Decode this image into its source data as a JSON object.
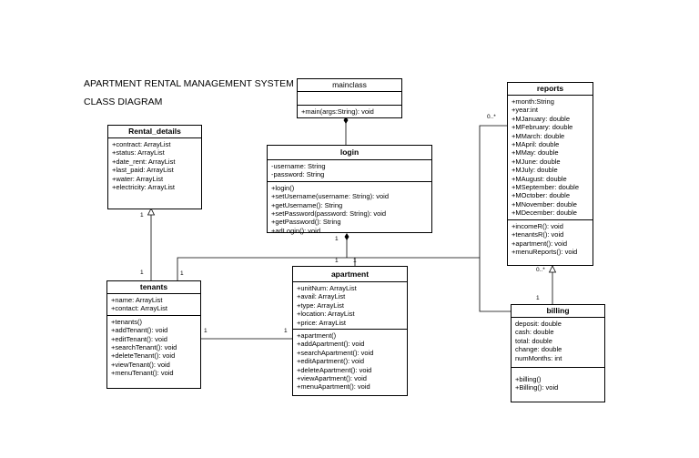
{
  "titles": {
    "line1": "APARTMENT RENTAL MANAGEMENT SYSTEM",
    "line2": "CLASS DIAGRAM"
  },
  "classes": {
    "mainclass": {
      "name": "mainclass",
      "attributes": [],
      "methods": [
        "+main(args:String): void"
      ]
    },
    "login": {
      "name": "login",
      "attributes": [
        "-username: String",
        "-password: String"
      ],
      "methods": [
        "+login()",
        "+setUsername(username: String): void",
        "+getUsername(): String",
        "+setPassword(password: String): void",
        "+getPassword(): String",
        "+adLogin(): void"
      ]
    },
    "rental": {
      "name": "Rental_details",
      "attributes": [
        "+contract: ArrayList",
        "+status: ArrayList",
        "+date_rent: ArrayList",
        "+last_paid: ArrayList",
        "+water: ArrayList",
        "+electricity: ArrayList"
      ]
    },
    "tenants": {
      "name": "tenants",
      "attributes": [
        "+name: ArrayList",
        "+contact: ArrayList"
      ],
      "methods": [
        "+tenants()",
        "+addTenant(): void",
        "+editTenant(): void",
        "+searchTenant(): void",
        "+deleteTenant(): void",
        "+viewTenant(): void",
        "+menuTenant(): void"
      ]
    },
    "apartment": {
      "name": "apartment",
      "attributes": [
        "+unitNum: ArrayList",
        "+avail: ArrayList",
        "+type: ArrayList",
        "+location: ArrayList",
        "+price: ArrayList"
      ],
      "methods": [
        "+apartment()",
        "+addApartment(): void",
        "+searchApartment(): void",
        "+editApartment(): void",
        "+deleteApartment(): void",
        "+viewApartment(): void",
        "+menuApartment(): void"
      ]
    },
    "reports": {
      "name": "reports",
      "attributes": [
        "+month:String",
        "+year:int",
        "+MJanuary: double",
        "+MFebruary: double",
        "+MMarch: double",
        "+MApril: double",
        "+MMay: double",
        "+MJune: double",
        "+MJuly: double",
        "+MAugust: double",
        "+MSeptember: double",
        "+MOctober: double",
        "+MNovember: double",
        "+MDecember: double"
      ],
      "methods": [
        "+incomeR(): void",
        "+tenantsR(): void",
        "+apartment(): void",
        "+menuReports(): void"
      ]
    },
    "billing": {
      "name": "billing",
      "attributes": [
        "deposit: double",
        "cash: double",
        "total: double",
        "change: double",
        "numMonths: int"
      ],
      "methods": [
        "+billing()",
        "+Billing(): void"
      ]
    }
  },
  "multiplicities": {
    "rental_end": "1",
    "tenants_to_rental": "1",
    "tenants_to_bus": "1",
    "login_end": "1",
    "apartment_to_bus": "1",
    "tenants_to_apartment": "1",
    "apartment_from_tenants": "1",
    "reports_end": "0..*",
    "billing_to_reports_end": "0..*",
    "billing_start": "1"
  }
}
